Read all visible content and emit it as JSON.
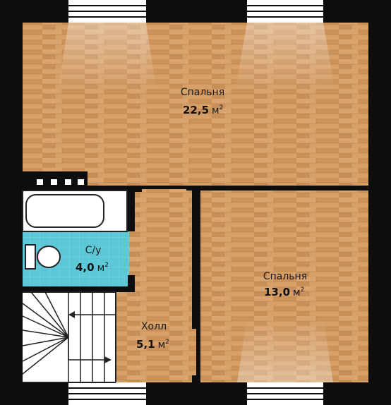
{
  "colors": {
    "wall": "#0d0d0d",
    "wood": "#d39a63",
    "tile": "#5cc7d6",
    "window": "#ffffff",
    "stair": "#ffffff"
  },
  "rooms": {
    "bedroom_large": {
      "label": "Спальня",
      "area": "22,5",
      "unit": "м",
      "unit_power": "2"
    },
    "bedroom_small": {
      "label": "Спальня",
      "area": "13,0",
      "unit": "м",
      "unit_power": "2"
    },
    "bathroom": {
      "label": "С/у",
      "area": "4,0",
      "unit": "м",
      "unit_power": "2"
    },
    "hall": {
      "label": "Холл",
      "area": "5,1",
      "unit": "м",
      "unit_power": "2"
    }
  },
  "icons": [
    "bathtub-icon",
    "toilet-icon",
    "staircase-icon",
    "stair-arrow-icon"
  ]
}
